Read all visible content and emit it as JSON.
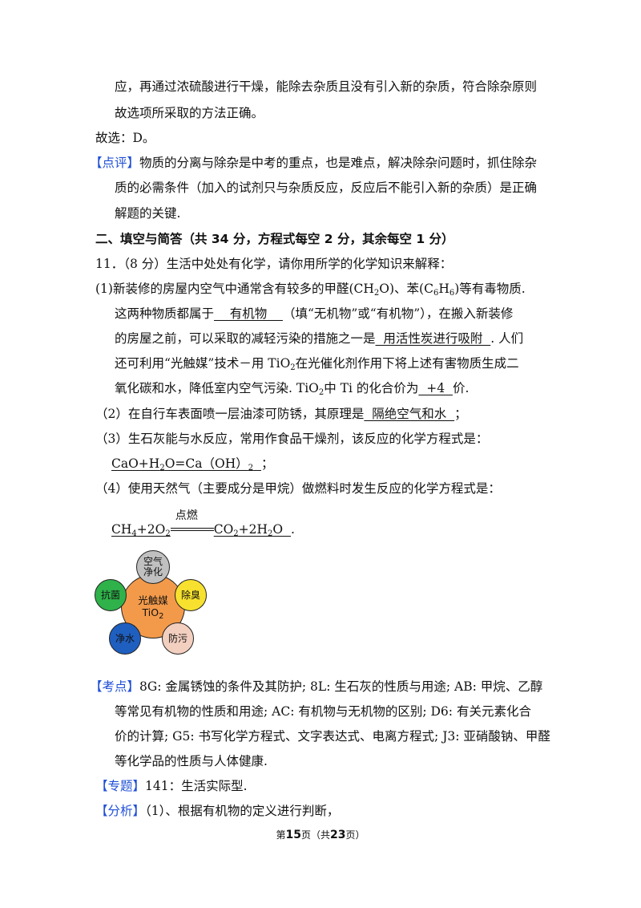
{
  "answer_cont": {
    "line1": "应，再通过浓硫酸进行干燥，能除去杂质且没有引入新的杂质，符合除杂原则",
    "line2": "故选项所采取的方法正确。",
    "choice": "故选：D。"
  },
  "dianping": {
    "tag": "【点评】",
    "line1": "物质的分离与除杂是中考的重点，也是难点，解决除杂问题时，抓住除杂",
    "line2": "质的必需条件（加入的试剂只与杂质反应，反应后不能引入新的杂质）是正确",
    "line3": "解题的关键."
  },
  "section_title": "二、填空与简答（共 34 分，方程式每空 2 分，其余每空 1 分）",
  "q11": {
    "head": "11．（8 分）生活中处处有化学，请你用所学的化学知识来解释：",
    "p1_a": "(1)新装修的房屋内空气中通常含有较多的甲醛(CH",
    "p1_b": "O)、苯(C",
    "p1_c": "H",
    "p1_d": ")等有毒物质.",
    "p1_l2a": "这两种物质都属于",
    "ans1": "    有机物    ",
    "p1_l2b": "（填“无机物”或“有机物”），在搬入新装修",
    "p1_l3a": "的房屋之前，可以采取的减轻污染的措施之一是",
    "ans2": "  用活性炭进行吸附  ",
    "p1_l3b": ". 人们",
    "p1_l4a": "还可利用“光触媒”技术－用 TiO",
    "p1_l4b": "在光催化剂作用下将上述有害物质生成二",
    "p1_l5a": "氧化碳和水，降低室内空气污染. TiO",
    "p1_l5b": "中 Ti 的化合价为",
    "ans3": "  +4  ",
    "p1_l5c": "价.",
    "p2a": "（2）在自行车表面喷一层油漆可防锈，其原理是",
    "ans4": "  隔绝空气和水  ",
    "p2b": "；",
    "p3": "（3）生石灰能与水反应，常用作食品干燥剂，该反应的化学方程式是：",
    "eq3": "CaO+H",
    "eq3b": "O=Ca（OH）",
    "eq3c": "  ",
    "p3end": "；",
    "p4": "（4）使用天然气（主要成分是甲烷）做燃料时发生反应的化学方程式是：",
    "eq4a": "CH",
    "eq4b": "+2O",
    "eq4cond": "点燃",
    "eq4c": "CO",
    "eq4d": "+2H",
    "eq4e": "O  ",
    "eq4end": "."
  },
  "diagram": {
    "center": "光触媒",
    "center2": "TiO",
    "top": "空气净化",
    "left": "抗菌",
    "right": "除臭",
    "bottom_left": "净水",
    "bottom_right": "防污",
    "colors": {
      "center": "#f39a4a",
      "top": "#c0c0c0",
      "left": "#2fb24a",
      "right": "#f7e12e",
      "bottom_left": "#1f5fc0",
      "bottom_right": "#f3cfc0"
    }
  },
  "kaodian": {
    "tag": "【考点】",
    "line1": "8G: 金属锈蚀的条件及其防护; 8L: 生石灰的性质与用途; AB: 甲烷、乙醇",
    "line2": "等常见有机物的性质和用途; AC: 有机物与无机物的区别; D6: 有关元素化合",
    "line3": "价的计算; G5: 书写化学方程式、文字表达式、电离方程式; J3: 亚硝酸钠、甲醛",
    "line4": "等化学品的性质与人体健康."
  },
  "zhuanti": {
    "tag": "【专题】",
    "text": "141：生活实际型."
  },
  "fenxi": {
    "tag": "【分析】",
    "text": "（1）、根据有机物的定义进行判断，"
  },
  "footer": {
    "pre": "第",
    "page": "15",
    "mid": "页（共",
    "total": "23",
    "post": "页）"
  }
}
